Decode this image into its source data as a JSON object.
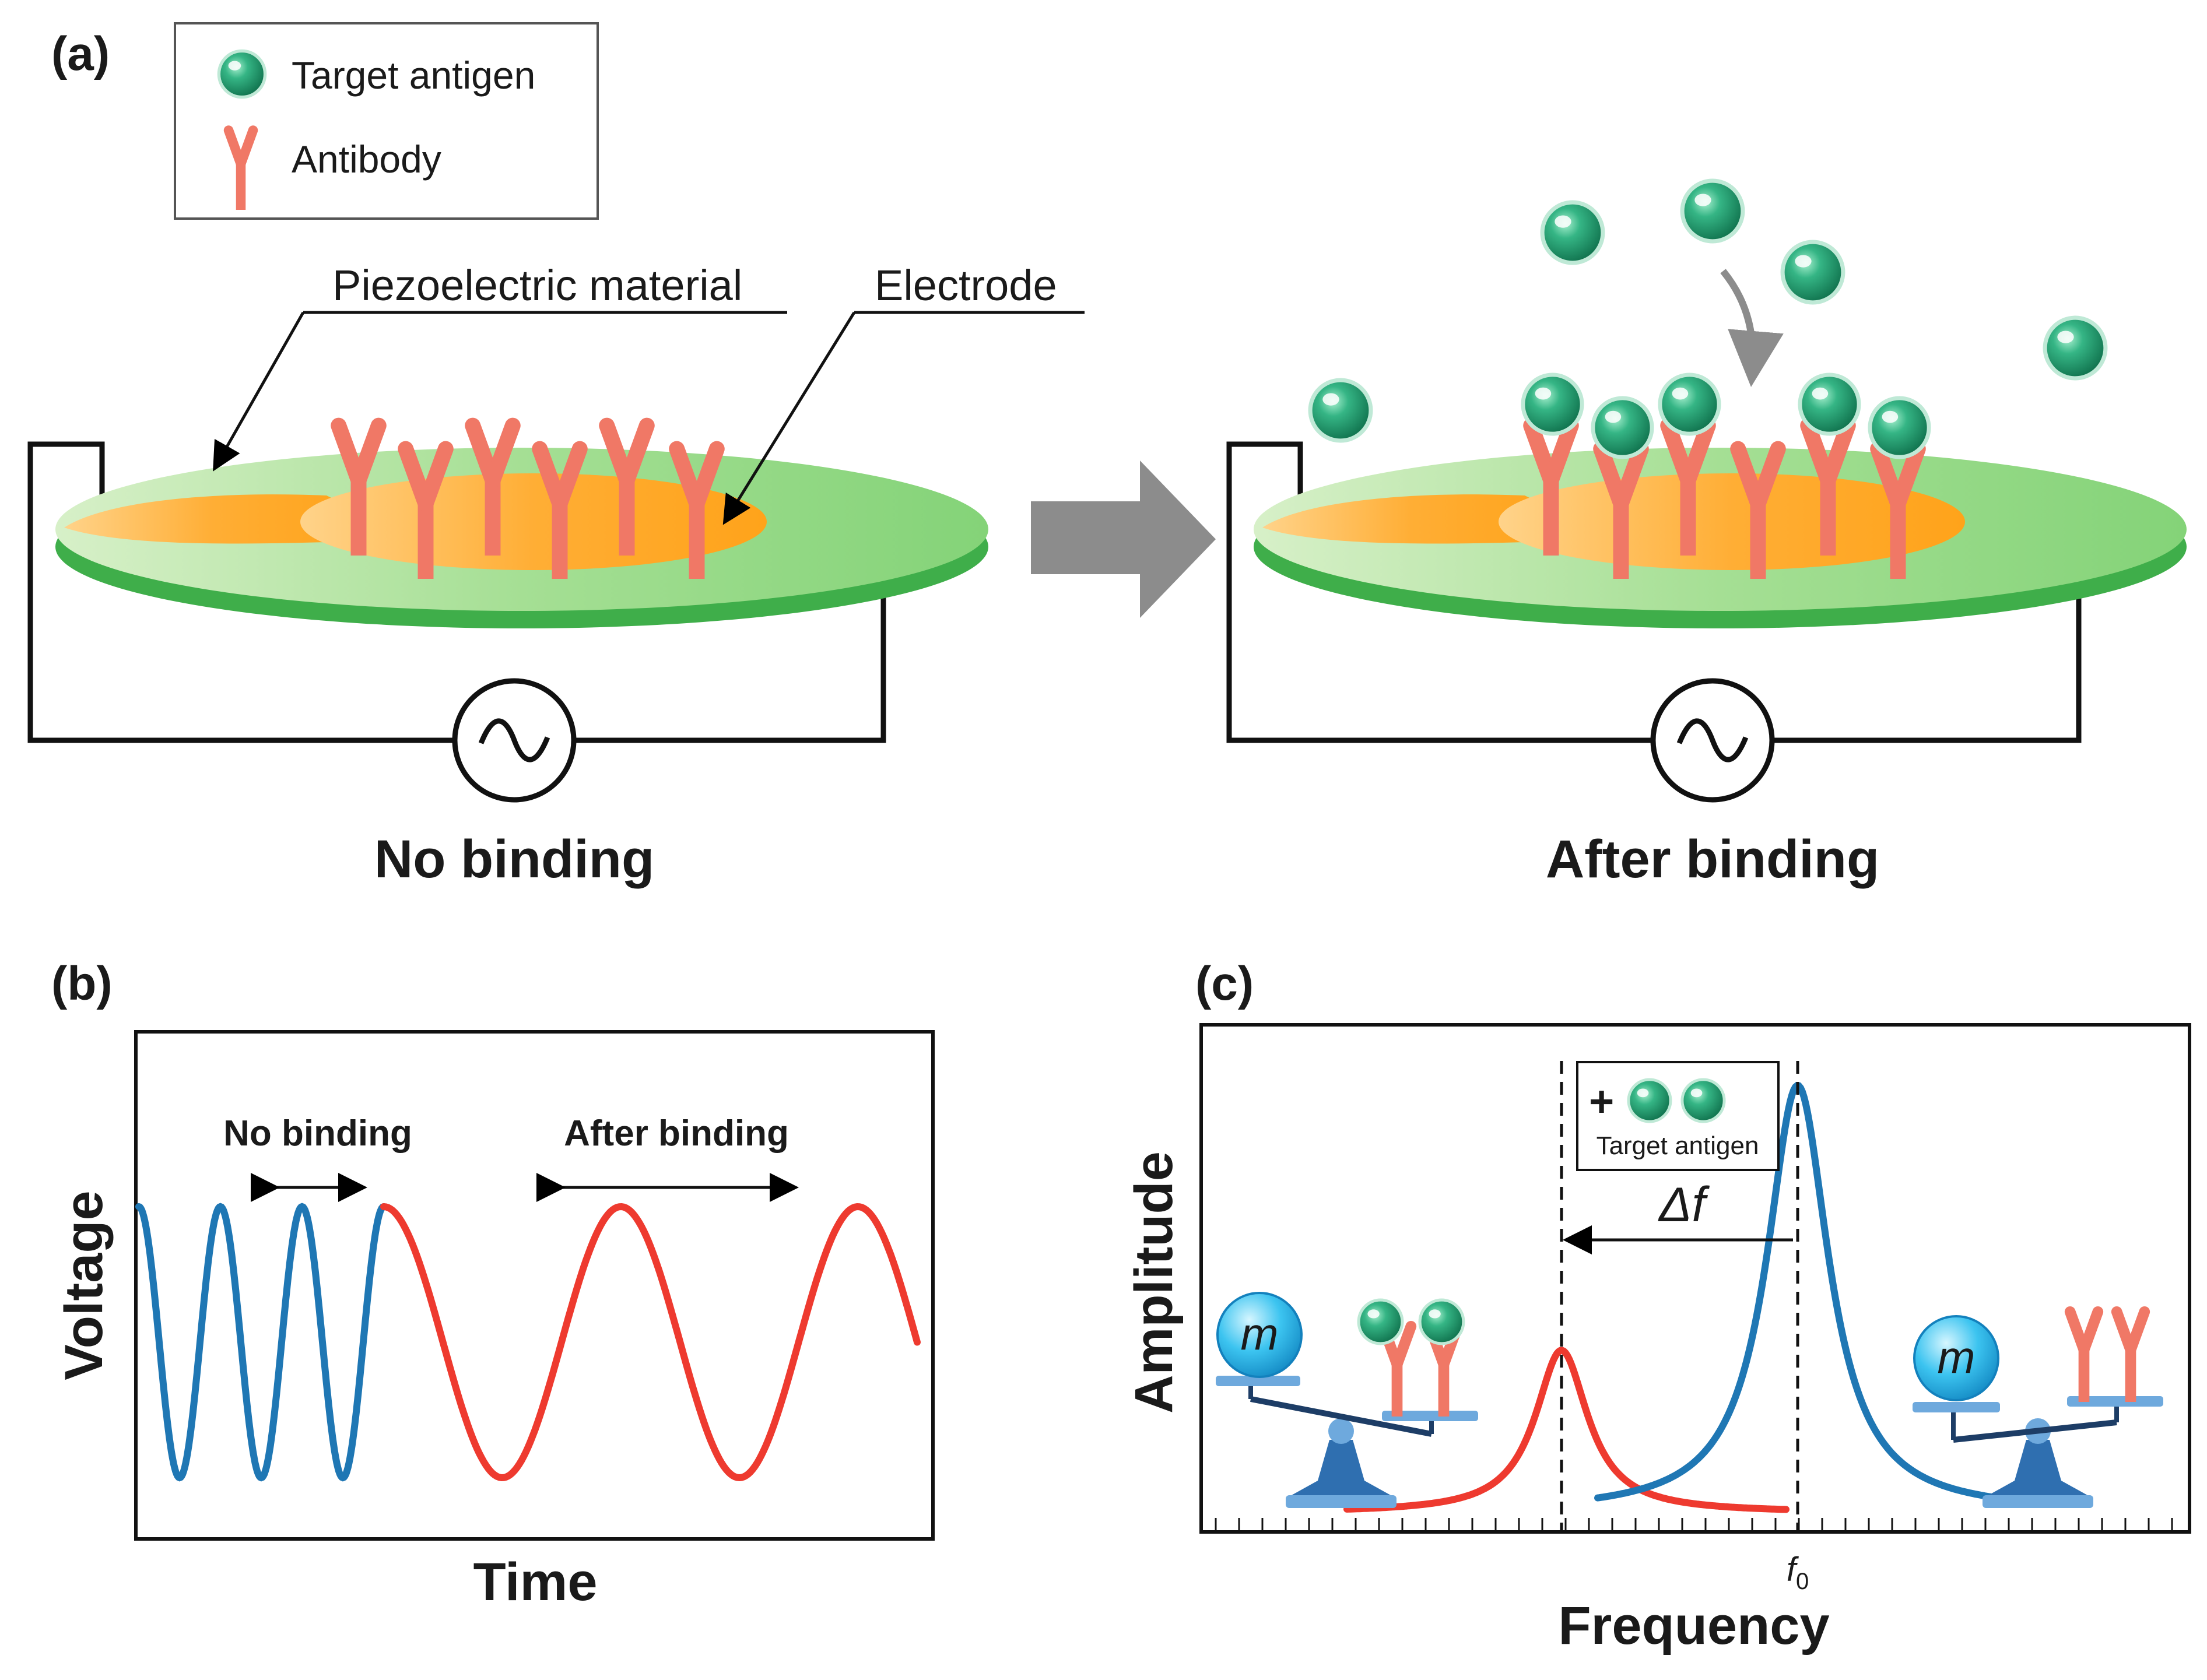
{
  "panel_labels": {
    "a": "(a)",
    "b": "(b)",
    "c": "(c)"
  },
  "legend": {
    "antigen_label": "Target antigen",
    "antibody_label": "Antibody"
  },
  "panel_a": {
    "piezo_label": "Piezoelectric material",
    "electrode_label": "Electrode",
    "left_caption": "No binding",
    "right_caption": "After binding"
  },
  "panel_b": {
    "chart_data": {
      "type": "line",
      "xlabel": "Time",
      "ylabel": "Voltage",
      "annotations": [
        "No binding",
        "After binding"
      ],
      "series": [
        {
          "label": "No binding",
          "color": "#1f77b4",
          "cycles": 3
        },
        {
          "label": "After binding",
          "color": "#ee3a2f",
          "cycles": 2
        }
      ]
    }
  },
  "panel_c": {
    "chart_data": {
      "type": "line",
      "xlabel": "Frequency",
      "ylabel": "Amplitude",
      "tick_label": "f",
      "tick_subscript": "0",
      "shift_label": "Δf",
      "inset_plus": "+",
      "inset_label": "Target antigen",
      "mass_symbol": "m",
      "series": [
        {
          "label": "After binding",
          "color": "#ee3a2f",
          "peak_relative": 0.38
        },
        {
          "label": "No binding",
          "color": "#1f77b4",
          "peak_relative": 1.0
        }
      ]
    }
  },
  "colors": {
    "antigen": "#1e9a6c",
    "antibody": "#f07866",
    "disc_green": "#8fd68a",
    "electrode_orange": "#ffa726",
    "blue_curve": "#1f77b4",
    "red_curve": "#ee3a2f",
    "arrow_gray": "#8c8c8c"
  }
}
